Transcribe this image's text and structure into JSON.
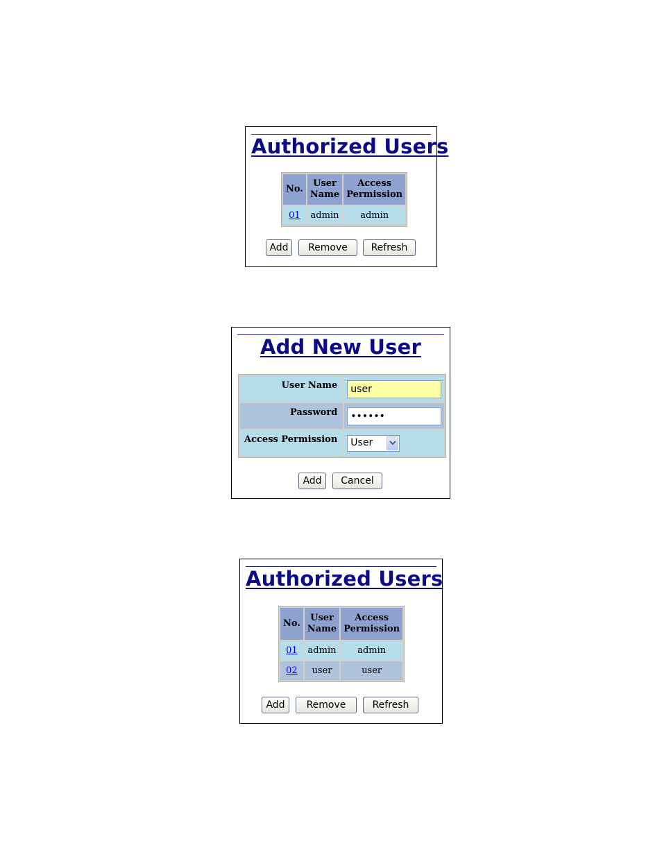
{
  "panel1": {
    "title": "Authorized Users",
    "headers": {
      "no": "No.",
      "user_name": "User Name",
      "access_permission": "Access Permission"
    },
    "rows": [
      {
        "no": "01",
        "user_name": "admin",
        "access": "admin"
      }
    ],
    "buttons": {
      "add": "Add",
      "remove": "Remove",
      "refresh": "Refresh"
    }
  },
  "panel2": {
    "title": "Add New User",
    "labels": {
      "user_name": "User Name",
      "password": "Password",
      "access_permission": "Access Permission"
    },
    "values": {
      "user_name": "user",
      "password": "••••••",
      "access_permission": "User"
    },
    "buttons": {
      "add": "Add",
      "cancel": "Cancel"
    }
  },
  "panel3": {
    "title": "Authorized Users",
    "headers": {
      "no": "No.",
      "user_name": "User Name",
      "access_permission": "Access Permission"
    },
    "rows": [
      {
        "no": "01",
        "user_name": "admin",
        "access": "admin"
      },
      {
        "no": "02",
        "user_name": "user",
        "access": "user"
      }
    ],
    "buttons": {
      "add": "Add",
      "remove": "Remove",
      "refresh": "Refresh"
    }
  },
  "colors": {
    "title": "#0c0c86",
    "header_bg": "#8da2cf",
    "row_light": "#b4dcea",
    "row_dark": "#afc2dc",
    "input_highlight": "#ffffa8"
  }
}
